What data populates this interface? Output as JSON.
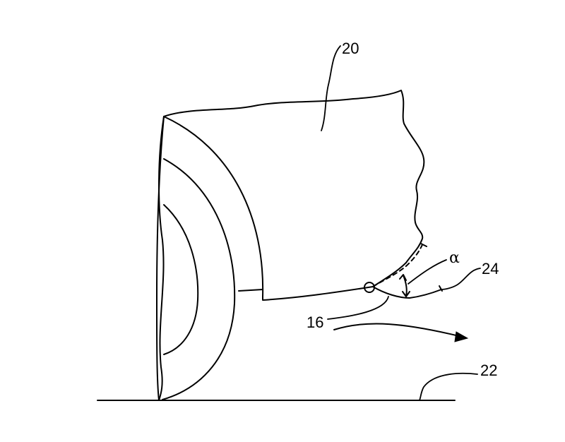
{
  "labels": {
    "body": "20",
    "ground": "22",
    "flap": "24",
    "pivot": "16",
    "angle": "α"
  },
  "colors": {
    "ink": "#000000",
    "background": "#ffffff"
  }
}
